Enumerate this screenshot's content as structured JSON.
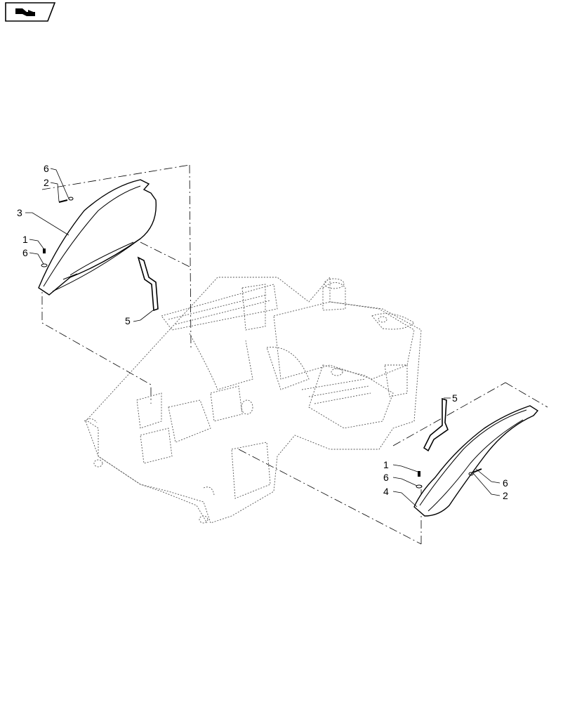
{
  "nav_icon": {
    "name": "back-arrow-icon"
  },
  "callouts": {
    "left_6_top": "6",
    "left_2_top": "2",
    "left_3": "3",
    "left_1": "1",
    "left_6_mid": "6",
    "left_5": "5",
    "right_5": "5",
    "right_1": "1",
    "right_6": "6",
    "right_4": "4",
    "right_6b": "6",
    "right_2": "2"
  }
}
